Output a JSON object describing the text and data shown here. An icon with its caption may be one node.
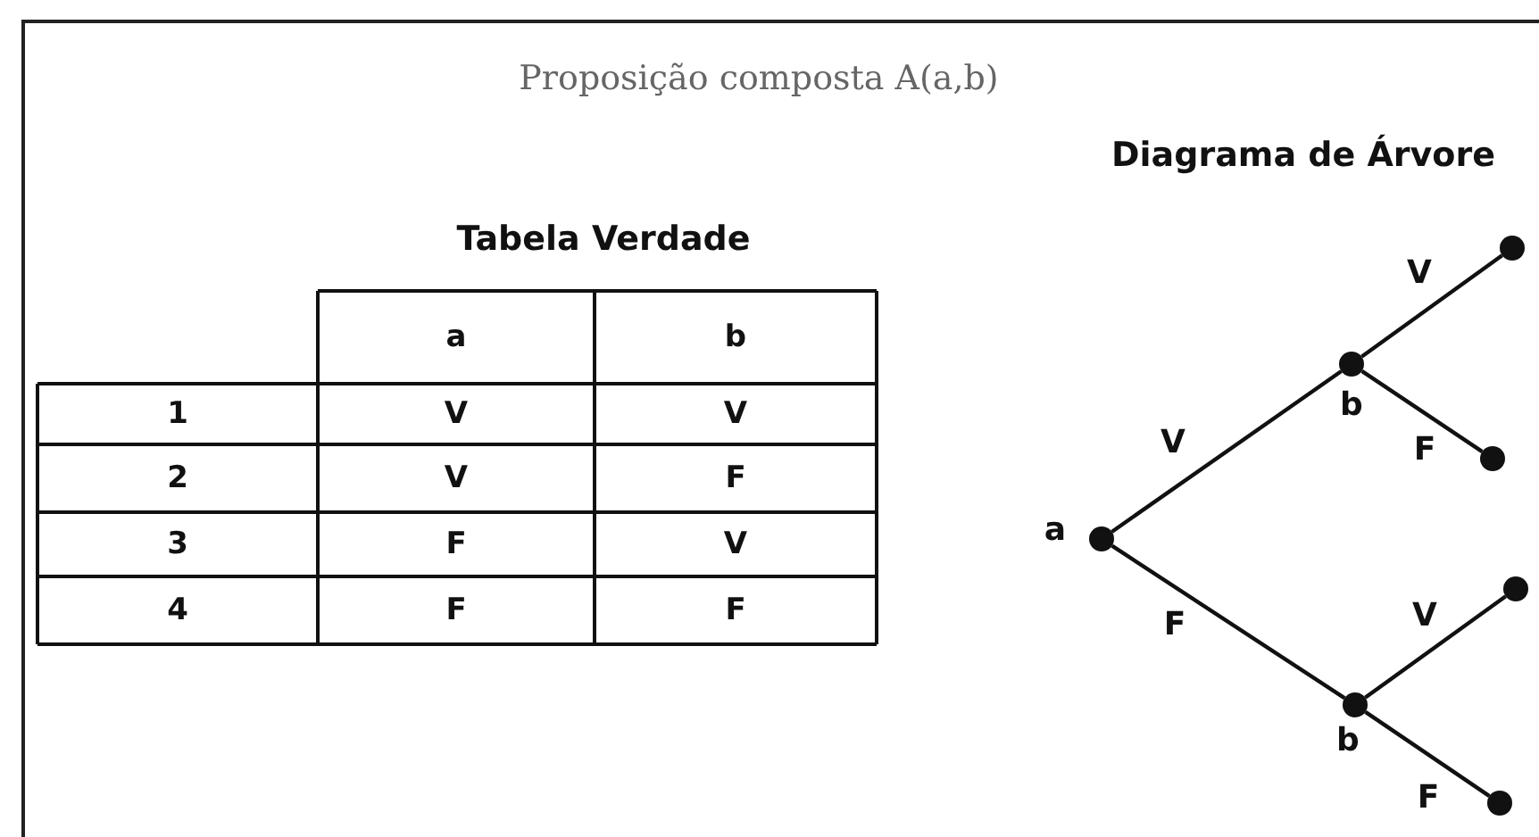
{
  "diagram": {
    "title": "Proposição composta A(a,b)",
    "nodes": [
      {
        "text": [],
        "shape": "circle",
        "beside": [
          "a"
        ]
      },
      {
        "text": [],
        "shape": "circle",
        "beside": [
          "b"
        ]
      },
      {
        "text": [],
        "shape": "circle"
      },
      {
        "text": [],
        "shape": "circle"
      },
      {
        "text": [],
        "shape": "circle",
        "beside": [
          "b"
        ]
      },
      {
        "text": [],
        "shape": "circle"
      },
      {
        "text": [],
        "shape": "circle"
      }
    ],
    "edges": [
      {
        "from": 0,
        "to": 1,
        "arrow": "none",
        "label": "V"
      },
      {
        "from": 1,
        "to": 2,
        "arrow": "none",
        "label": "V"
      },
      {
        "from": 1,
        "to": 3,
        "arrow": "none",
        "label": "F"
      },
      {
        "from": 0,
        "to": 4,
        "arrow": "none",
        "label": "F"
      },
      {
        "from": 4,
        "to": 5,
        "arrow": "none",
        "label": "V"
      },
      {
        "from": 4,
        "to": 6,
        "arrow": "none",
        "label": "F"
      }
    ],
    "labels": [
      "Diagrama de Árvore",
      "Tabela Verdade",
      "a",
      "b",
      "1",
      "V",
      "V",
      "2",
      "V",
      "F",
      "3",
      "F",
      "V",
      "4",
      "F",
      "F"
    ]
  }
}
